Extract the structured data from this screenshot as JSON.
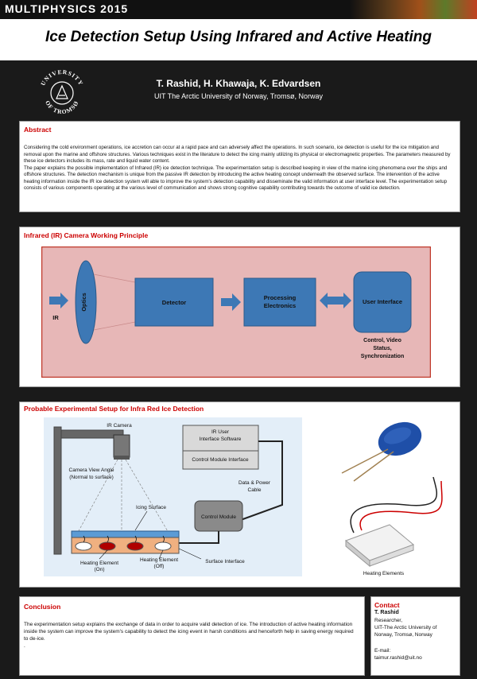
{
  "header": {
    "conference": "MULTIPHYSICS 2015",
    "title": "Ice Detection Setup Using Infrared and Active Heating",
    "authors": "T. Rashid, H. Khawaja, K. Edvardsen",
    "affiliation": "UIT The Arctic University of Norway, Tromsø, Norway",
    "logo_text_top": "UNIVERSITY",
    "logo_text_bottom": "OF TROMSØ"
  },
  "abstract": {
    "title": "Abstract",
    "paragraph1": "Considering the cold environment operations, ice accretion can occur at a rapid pace and can adversely affect the operations. In such scenario, ice detection is useful for the ice mitigation and removal upon the marine and offshore structures. Various techniques exist in the literature to detect the icing mainly utilizing its physical or electromagnetic properties. The parameters measured by these ice detectors includes its mass, rate and liquid water content.",
    "paragraph2": "The paper explains the possible implementation of Infrared (IR) ice detection technique. The experimentation setup is described keeping in view of the marine icing phenomena over the ships and offshore structures. The detection mechanism is unique from the passive IR detection by introducing the active heating concept underneath the observed surface. The intervention of the active heating information inside the IR ice detection system will able to improve the system's detection capability and disseminate the valid information at user interface level. The experimentation setup consists of various components operating at the various level of communication and shows strong cognitive capability contributing towards the outcome of valid ice detection."
  },
  "ir_principle": {
    "title": "Infrared (IR) Camera Working Principle",
    "ir_label": "IR",
    "optics_label": "Optics",
    "detector_label": "Detector",
    "processing_label_1": "Processing",
    "processing_label_2": "Electronics",
    "ui_label": "User Interface",
    "control_1": "Control, Video",
    "control_2": "Status,",
    "control_3": "Synchronization",
    "colors": {
      "box": "#3d78b5",
      "bg": "#e7b7b7",
      "border": "#c0392b"
    }
  },
  "setup": {
    "title": "Probable Experimental Setup for Infra Red Ice Detection",
    "ir_camera": "IR Camera",
    "view_angle_1": "Camera View Angle",
    "view_angle_2": "(Normal to surface)",
    "software_1": "IR User",
    "software_2": "Interface Software",
    "control_module_interface": "Control Module Interface",
    "data_power_1": "Data & Power",
    "data_power_2": "Cable",
    "icing_surface": "Icing Surface",
    "control_module": "Control Module",
    "heating_on_1": "Heating Element",
    "heating_on_2": "(On)",
    "heating_off_1": "Heating Element",
    "heating_off_2": "(Off)",
    "surface_interface": "Surface Interface",
    "heating_caption": "Heating Elements"
  },
  "conclusion": {
    "title": "Conclusion",
    "text": "The experimentation setup explains the exchange of data in order to acquire valid detection of ice. The introduction of active heating information inside the system can improve the system's capability to detect the icing event in harsh conditions and henceforth help in saving energy required to de-ice.",
    "dot": "."
  },
  "contact": {
    "title": "Contact",
    "name": "T. Rashid",
    "role": "Researcher,",
    "org1": "UiT-The Arctic University of",
    "org2": "Norway, Tromsø, Norway",
    "email_label": "E-mail:",
    "email": "taimur.rashid@uit.no"
  }
}
